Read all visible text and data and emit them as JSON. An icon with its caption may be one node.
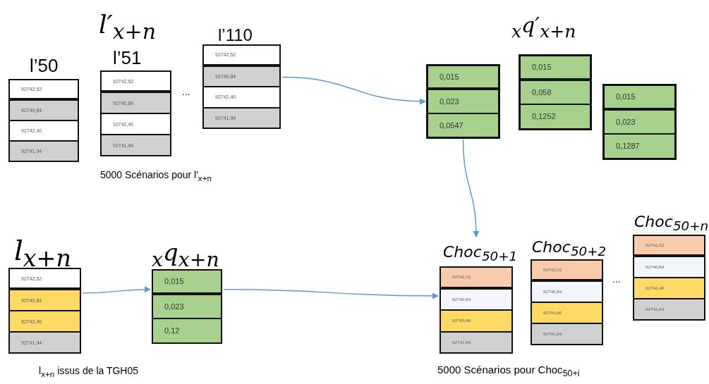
{
  "diagram": {
    "nodes": [
      {
        "text": [
          "l’50"
        ]
      },
      {
        "text": [
          "92742,52"
        ],
        "in": 0
      },
      {
        "text": [
          "92740,84"
        ],
        "in": 0
      },
      {
        "text": [
          "92742,40"
        ],
        "in": 0
      },
      {
        "text": [
          "92741,94"
        ],
        "in": 0
      },
      {
        "text": [
          "l’51"
        ]
      },
      {
        "text": [
          "92742,52"
        ],
        "in": 5
      },
      {
        "text": [
          "92740,84"
        ],
        "in": 5
      },
      {
        "text": [
          "92742,40"
        ],
        "in": 5
      },
      {
        "text": [
          "92741,94"
        ],
        "in": 5
      },
      {
        "text": [
          "l’110"
        ]
      },
      {
        "text": [
          "92742,52"
        ],
        "in": 10
      },
      {
        "text": [
          "92740,84"
        ],
        "in": 10
      },
      {
        "text": [
          "92742,40"
        ],
        "in": 10
      },
      {
        "text": [
          "92741,94"
        ],
        "in": 10
      },
      {
        "text": [],
        "shape": "box"
      },
      {
        "text": [
          "0,015"
        ],
        "in": 15
      },
      {
        "text": [
          "0,023"
        ],
        "in": 15
      },
      {
        "text": [
          "0,0547"
        ],
        "in": 15
      },
      {
        "text": [],
        "shape": "box"
      },
      {
        "text": [
          "0,015"
        ],
        "in": 19
      },
      {
        "text": [
          "0,058"
        ],
        "in": 19
      },
      {
        "text": [
          "0,1252"
        ],
        "in": 19
      },
      {
        "text": [],
        "shape": "box"
      },
      {
        "text": [
          "0,015"
        ],
        "in": 23
      },
      {
        "text": [
          "0,023"
        ],
        "in": 23
      },
      {
        "text": [
          "0,1287"
        ],
        "in": 23
      },
      {
        "text": [
          "l$_{x+n}$"
        ]
      },
      {
        "text": [
          "92742,52"
        ],
        "in": 27
      },
      {
        "text": [
          "92740,84"
        ],
        "in": 27
      },
      {
        "text": [
          "92742,40"
        ],
        "in": 27
      },
      {
        "text": [
          "92741,94"
        ],
        "in": 27
      },
      {
        "text": [
          "$_{x}$q$_{x+n}$"
        ]
      },
      {
        "text": [
          "0,015"
        ],
        "in": 32
      },
      {
        "text": [
          "0,023"
        ],
        "in": 32
      },
      {
        "text": [
          "0,12"
        ],
        "in": 32
      },
      {
        "text": [
          "Choc$_{50+1}$"
        ]
      },
      {
        "text": [
          "92742,52"
        ],
        "in": 36
      },
      {
        "text": [
          "92740,84"
        ],
        "in": 36
      },
      {
        "text": [
          "92743,40"
        ],
        "in": 36
      },
      {
        "text": [
          "92741,94"
        ],
        "in": 36
      },
      {
        "text": [
          "Choc$_{50+2}$"
        ]
      },
      {
        "text": [
          "92742,52"
        ],
        "in": 41
      },
      {
        "text": [
          "92740,84"
        ],
        "in": 41
      },
      {
        "text": [
          "92743,40"
        ],
        "in": 41
      },
      {
        "text": [
          "92741,94"
        ],
        "in": 41
      },
      {
        "text": [
          "Choc$_{50+n}$"
        ]
      },
      {
        "text": [
          "92742,52"
        ],
        "in": 46
      },
      {
        "text": [
          "92740,84"
        ],
        "in": 46
      },
      {
        "text": [
          "92742,40"
        ],
        "in": 46
      },
      {
        "text": [
          "92741,94"
        ],
        "in": 46
      }
    ],
    "edges": [
      {
        "from": 10,
        "to": 15,
        "arrow": "to"
      },
      {
        "from": 15,
        "to": 36,
        "arrow": "to"
      },
      {
        "from": 27,
        "to": 32,
        "arrow": "to"
      },
      {
        "from": 32,
        "to": 36,
        "arrow": "to"
      }
    ],
    "labels": [
      "l′$_{x+n}$",
      "...",
      "$_{x}$q′$_{x+n}$",
      "5000 Scénarios pour l′$_{x+n}$",
      "...",
      "l$_{x+n}$ issus de la TGH05",
      "5000 Scénarios pour Choc$_{50+i}$"
    ]
  }
}
